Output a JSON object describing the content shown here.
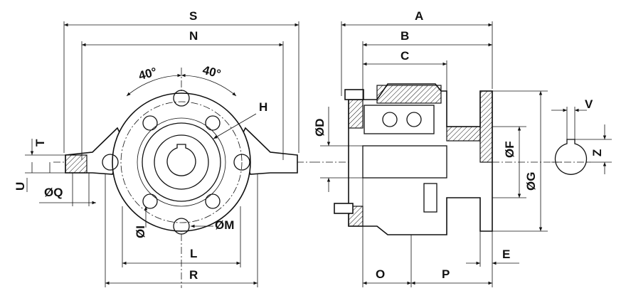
{
  "front_view": {
    "dimensions": {
      "S": "S",
      "N": "N",
      "angle_left": "40°",
      "angle_right": "40°",
      "H": "H",
      "T": "T",
      "U": "U",
      "Q": "ØQ",
      "I": "ØI",
      "M": "ØM",
      "L": "L",
      "R": "R"
    }
  },
  "side_view": {
    "dimensions": {
      "A": "A",
      "B": "B",
      "C": "C",
      "D": "ØD",
      "F": "ØF",
      "G": "ØG",
      "E": "E",
      "O": "O",
      "P": "P"
    }
  },
  "keyway_view": {
    "dimensions": {
      "V": "V",
      "Z": "Z"
    }
  }
}
